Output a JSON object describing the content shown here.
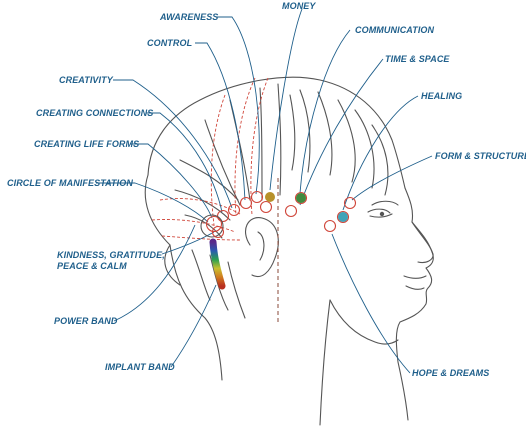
{
  "diagram": {
    "colors": {
      "label": "#1f5f8b",
      "leader": "#1f5f8b",
      "sketch": "#555555",
      "dash_red": "#d0463a",
      "dot_gold": "#b8912a",
      "dot_green": "#3f8a3f",
      "dot_cyan": "#3fa3b8"
    },
    "labels": {
      "awareness": "AWARENESS",
      "money": "MONEY",
      "control": "CONTROL",
      "communication": "COMMUNICATION",
      "time_space": "TIME & SPACE",
      "creativity": "CREATIVITY",
      "healing": "HEALING",
      "creating_connections": "CREATING CONNECTIONS",
      "creating_life_forms": "CREATING LIFE FORMS",
      "form_structure": "FORM & STRUCTURE",
      "circle_of_manifestation": "CIRCLE OF MANIFESTATION",
      "kindness": [
        "KINDNESS, GRATITUDE,",
        "PEACE & CALM"
      ],
      "power_band": "POWER BAND",
      "implant_band": "IMPLANT BAND",
      "hope_dreams": "HOPE & DREAMS"
    }
  }
}
